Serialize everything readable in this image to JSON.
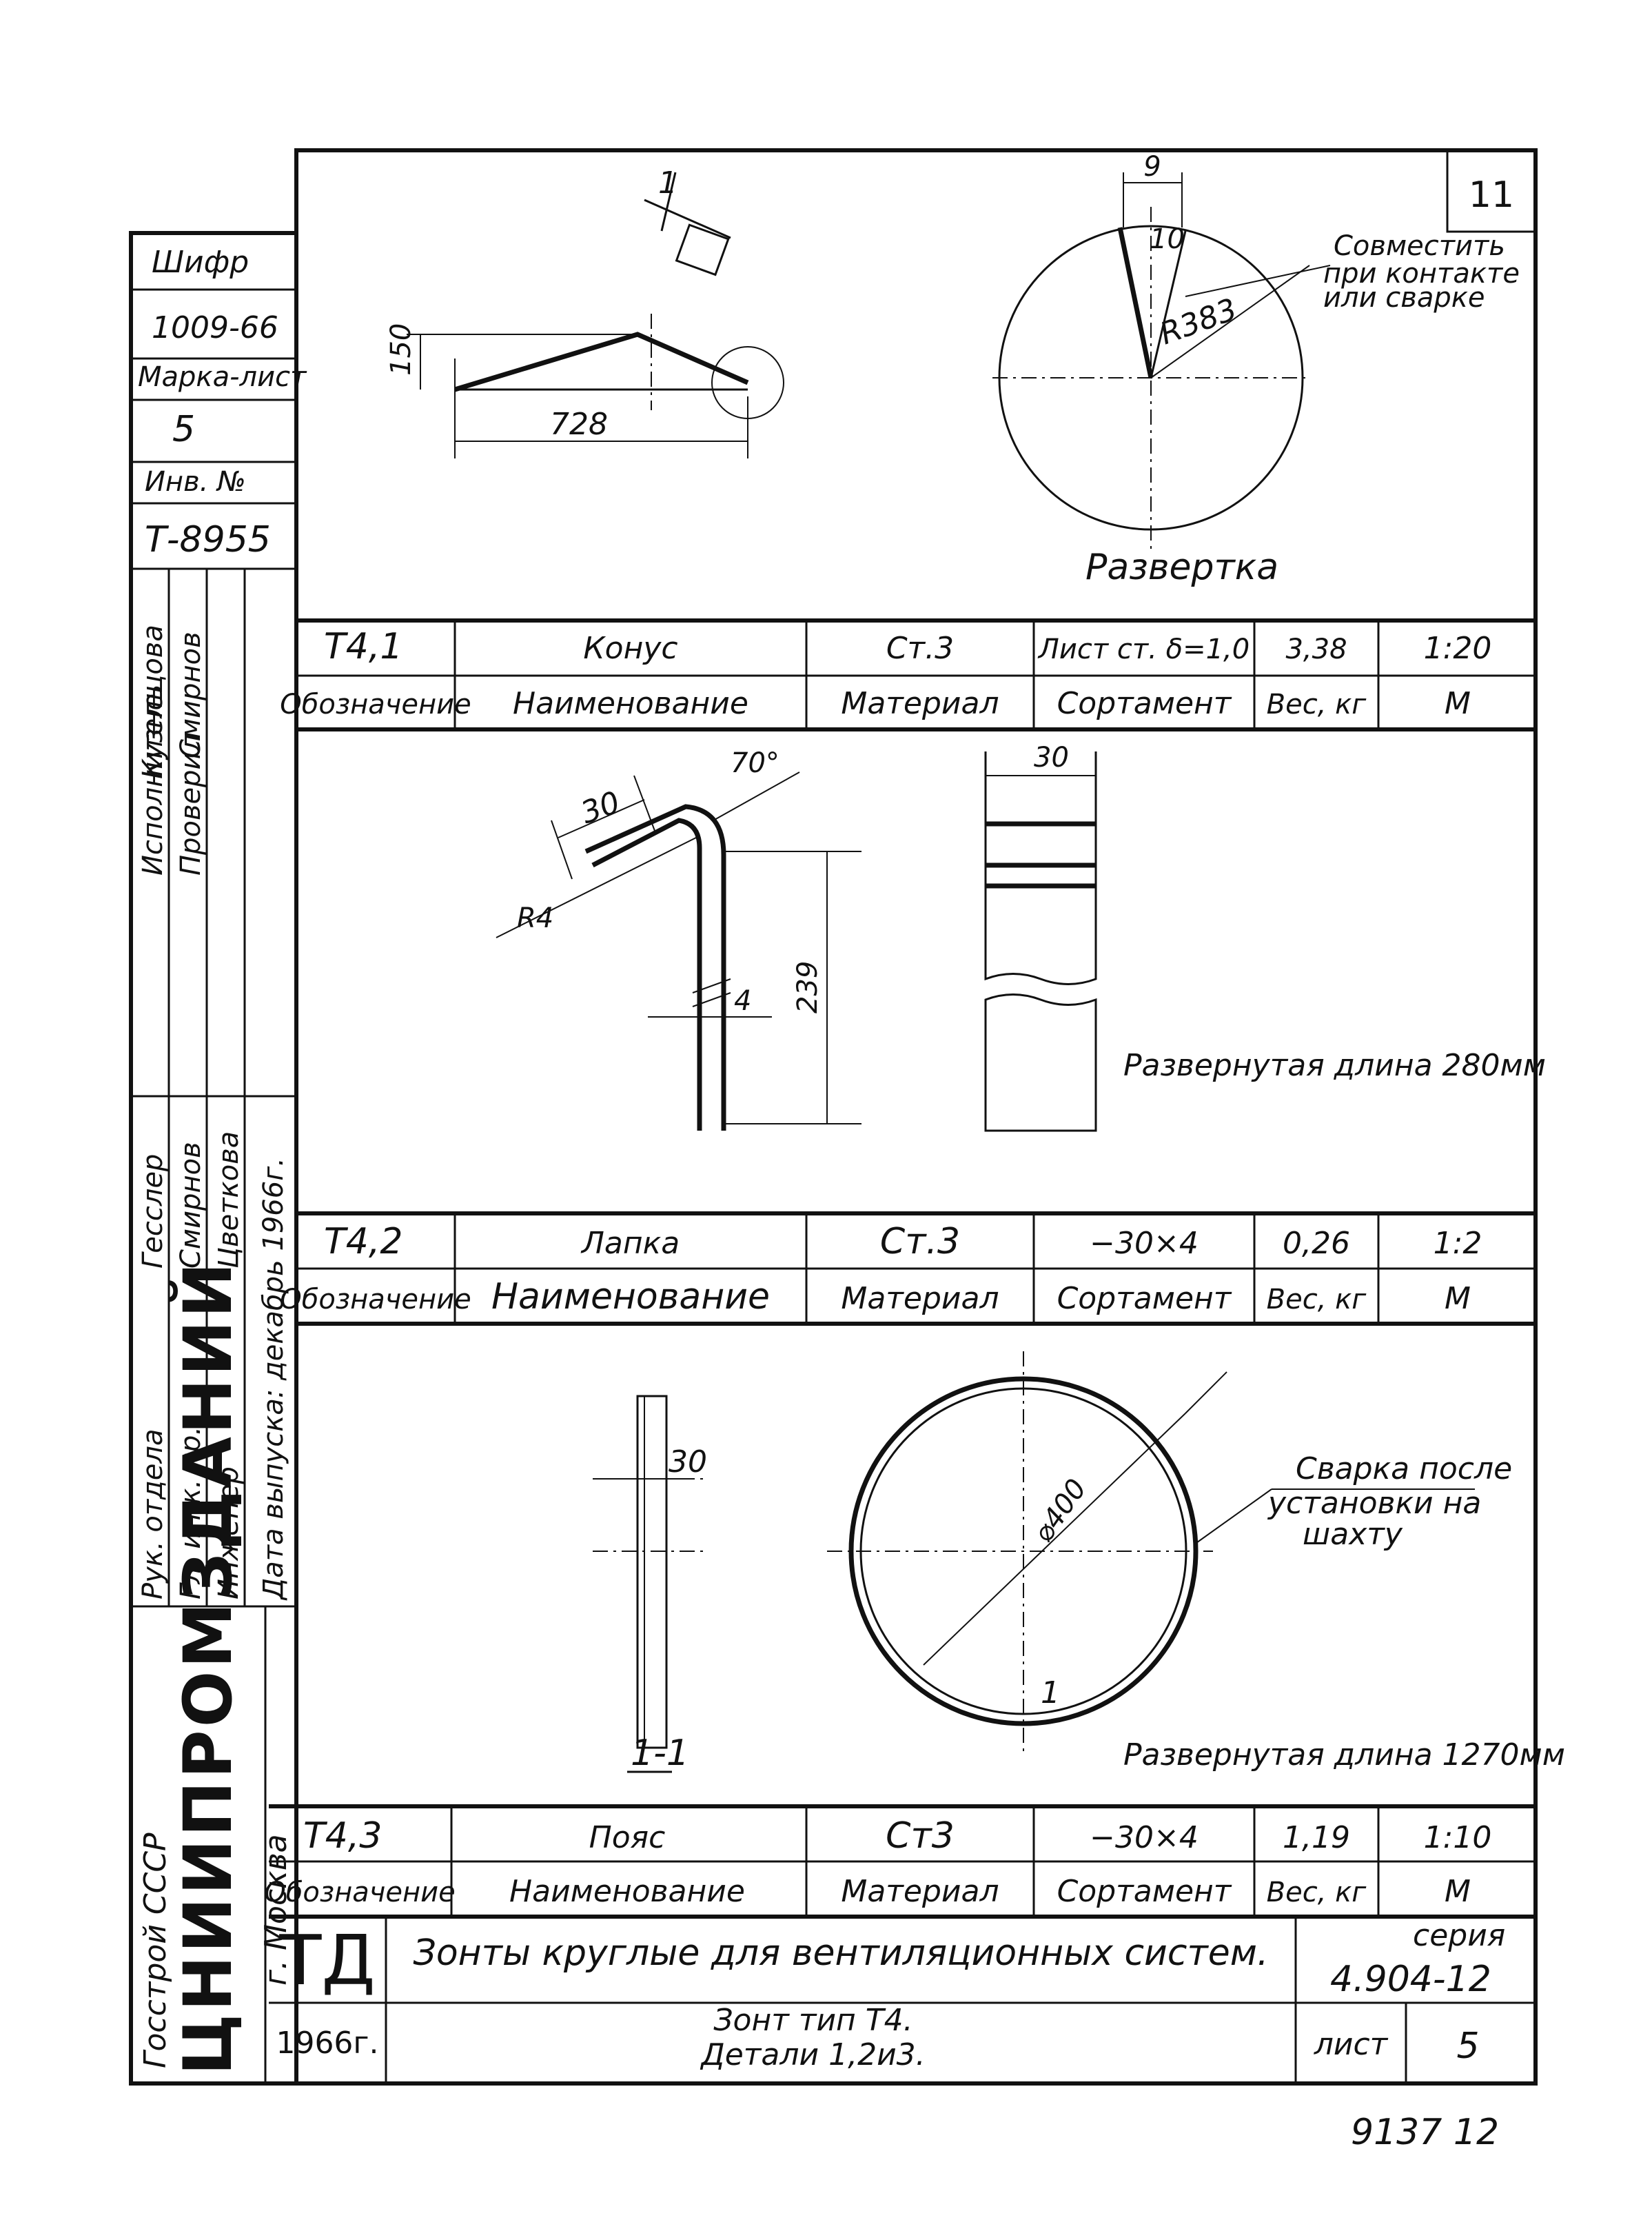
{
  "sheet": {
    "corner_sheet_number": "11",
    "bottom_code": "9137 12"
  },
  "side_stamp": {
    "shifr_label": "Шифр",
    "shifr_value": "1009-66",
    "marka_label": "Марка-лист",
    "marka_value": "5",
    "inv_label": "Инв. №",
    "inv_value": "Т-8955",
    "names_right": [
      "Кузнецова",
      "Смирнов"
    ],
    "role_ispolnitel": "Исполнитель",
    "role_proveril": "Проверил",
    "names_mid": [
      "Гесслер",
      "Смирнов",
      "Цветкова"
    ],
    "release_date": "Дата выпуска: декабрь 1966г.",
    "roles_bottom": [
      "Рук. отдела",
      "Гл. инж. пр.",
      "Инженер"
    ],
    "org_top": "Госстрой СССР",
    "org_name": "ЦНИИПРОМЗДАНИЙ",
    "org_city": "г. Москва"
  },
  "detail1": {
    "dim_len": "728",
    "dim_h": "150",
    "section_mark": "1",
    "dim_r": "R383",
    "dim_top": "9",
    "dim_angle": "10",
    "note": [
      "Совместить",
      "при контакте",
      "или сварке"
    ],
    "caption": "Развертка",
    "row": {
      "code": "Т4,1",
      "name": "Конус",
      "material": "Ст.3",
      "assortment": "Лист ст. δ=1,0",
      "weight": "3,38",
      "scale": "1:20"
    }
  },
  "detail2": {
    "dim_30": "30",
    "dim_angle": "70°",
    "dim_r": "R4",
    "dim_h": "239",
    "dim_t": "4",
    "dim_w": "30",
    "note": "Развернутая длина 280мм",
    "row": {
      "code": "Т4,2",
      "name": "Лапка",
      "material": "Ст.3",
      "assortment": "−30×4",
      "weight": "0,26",
      "scale": "1:2"
    }
  },
  "detail3": {
    "dim_30": "30",
    "dim_d": "⌀400",
    "section_label": "1-1",
    "section_mark": "1",
    "weld_note": [
      "Сварка после",
      "установки на",
      "шахту"
    ],
    "length_note": "Развернутая длина 1270мм",
    "row": {
      "code": "Т4,3",
      "name": "Пояс",
      "material": "Ст3",
      "assortment": "−30×4",
      "weight": "1,19",
      "scale": "1:10"
    }
  },
  "table_headers": [
    "Обозначение",
    "Наименование",
    "Материал",
    "Сортамент",
    "Вес, кг",
    "М"
  ],
  "title_block": {
    "logo": "ТД",
    "year": "1966г.",
    "title": "Зонты круглые для вентиляционных систем.",
    "subtitle_1": "Зонт тип Т4.",
    "subtitle_2": "Детали 1,2и3.",
    "series_label": "серия",
    "series_value": "4.904-12",
    "sheet_label": "лист",
    "sheet_value": "5"
  }
}
